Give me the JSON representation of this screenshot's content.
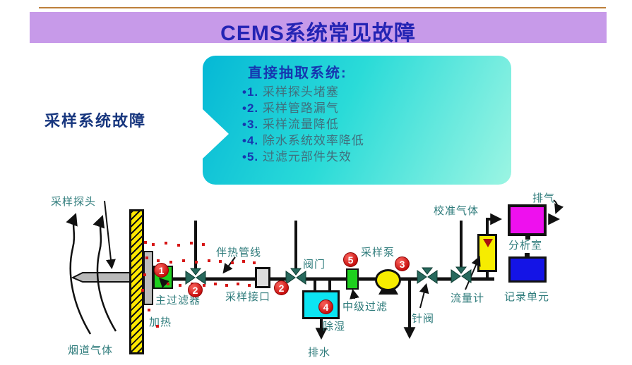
{
  "title": "CEMS系统常见故障",
  "sampling_fault_label": "采样系统故障",
  "fault_box": {
    "heading": "直接抽取系统:",
    "items": [
      {
        "num": "•1.",
        "text": "采样探头堵塞"
      },
      {
        "num": "•2.",
        "text": "采样管路漏气"
      },
      {
        "num": "•3.",
        "text": "采样流量降低"
      },
      {
        "num": "•4.",
        "text": "除水系统效率降低"
      },
      {
        "num": "•5.",
        "text": "过滤元部件失效"
      }
    ]
  },
  "diagram": {
    "labels": {
      "probe": "采样探头",
      "flue_gas": "烟道气体",
      "heating": "加热",
      "main_filter": "主过滤器",
      "heated_line": "伴热管线",
      "sample_port": "采样接口",
      "valve": "阀门",
      "mid_filter": "中级过滤",
      "dehumidifier": "除湿",
      "drain": "排水",
      "sample_pump": "采样泵",
      "needle_valve": "针阀",
      "cal_gas": "校准气体",
      "flow_meter": "流量计",
      "analyzer": "分析室",
      "recorder": "记录单元",
      "exhaust": "排气"
    },
    "badges": {
      "main_filter": "1",
      "line_leak_a": "2",
      "line_leak_b": "2",
      "pump": "3",
      "dehumidifier": "4",
      "mid_filter": "5"
    }
  },
  "colors": {
    "banner_bg": "#c79ae9",
    "title_text": "#2424b4",
    "label_teal": "#2e7b7b",
    "badge_red": "#d61515",
    "wall_yellow": "#ffe800",
    "filter_green": "#1ecf1e",
    "dehumid_cyan": "#0ce4f2",
    "pump_yellow": "#f6ec00",
    "analyzer_magenta": "#ee10ee",
    "recorder_blue": "#1414e6",
    "valve_teal": "#27685c"
  }
}
